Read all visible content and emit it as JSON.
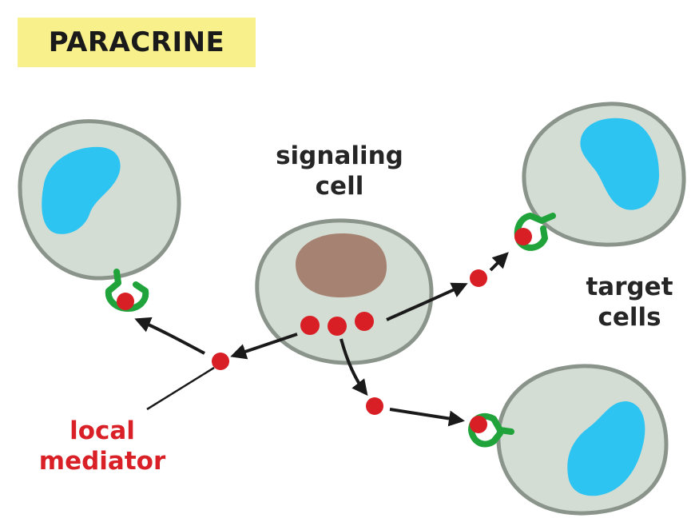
{
  "title": "PARACRINE",
  "labels": {
    "signaling_line1": "signaling",
    "signaling_line2": "cell",
    "target_line1": "target",
    "target_line2": "cells",
    "mediator_line1": "local",
    "mediator_line2": "mediator"
  },
  "colors": {
    "title_background": "#f8f08a",
    "cell_fill": "#d3ddd3",
    "cell_outline": "#8a948a",
    "target_nucleus": "#2ec4f2",
    "signaling_nucleus": "#a58272",
    "mediator": "#d91f26",
    "receptor": "#1fa33a",
    "arrow": "#1a1a1a",
    "mediator_label": "#d92027"
  }
}
